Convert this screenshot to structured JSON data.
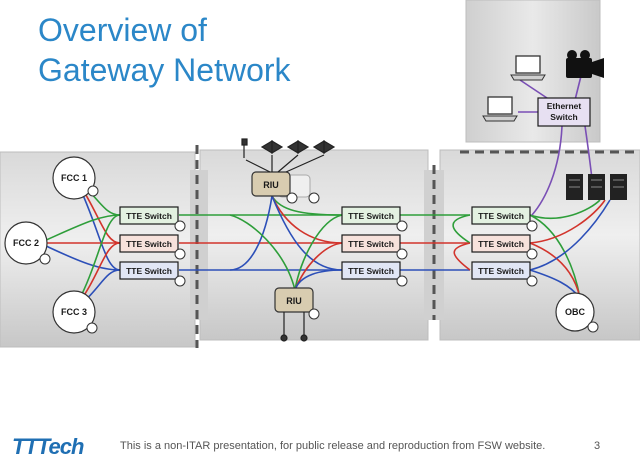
{
  "slide": {
    "title_line1": "Overview of",
    "title_line2": "Gateway Network",
    "footer_logo": "TTTech",
    "footer_text": "This is a non-ITAR presentation, for public release and reproduction from FSW website.",
    "page_number": "3"
  },
  "nodes": {
    "fcc1": "FCC 1",
    "fcc2": "FCC 2",
    "fcc3": "FCC 3",
    "obc": "OBC",
    "riu_top": "RIU",
    "riu_bottom": "RIU",
    "ethernet_switch_line1": "Ethernet",
    "ethernet_switch_line2": "Switch",
    "tte_switch": "TTE Switch"
  },
  "colors": {
    "title": "#2b87c8",
    "network_green": "#2e9e3a",
    "network_red": "#d2342c",
    "network_blue": "#2c4fb8",
    "ethernet_purple": "#7a4fb5",
    "riu_fill": "#d8ccb0",
    "switch_green_fill": "#e3f1e1",
    "switch_red_fill": "#f7e2dc",
    "switch_blue_fill": "#e1e6f5"
  }
}
